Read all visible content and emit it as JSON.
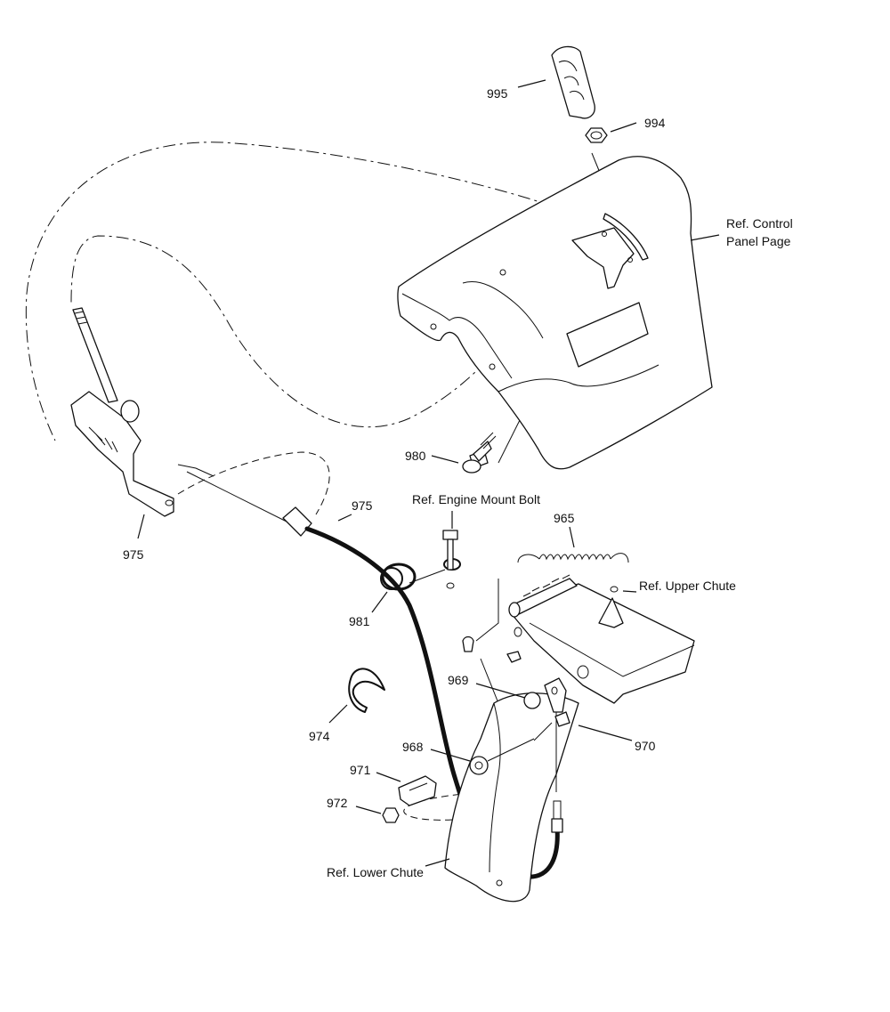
{
  "labels": {
    "p995": "995",
    "p994": "994",
    "ref_control_panel": "Ref. Control",
    "ref_control_panel_2": "Panel Page",
    "p980": "980",
    "ref_engine_mount_bolt": "Ref. Engine Mount Bolt",
    "p975_lever": "975",
    "p975_cable": "975",
    "p965": "965",
    "ref_upper_chute": "Ref. Upper Chute",
    "p981": "981",
    "p969": "969",
    "p970": "970",
    "p974": "974",
    "p968": "968",
    "p971": "971",
    "p972": "972",
    "ref_lower_chute": "Ref. Lower Chute"
  }
}
